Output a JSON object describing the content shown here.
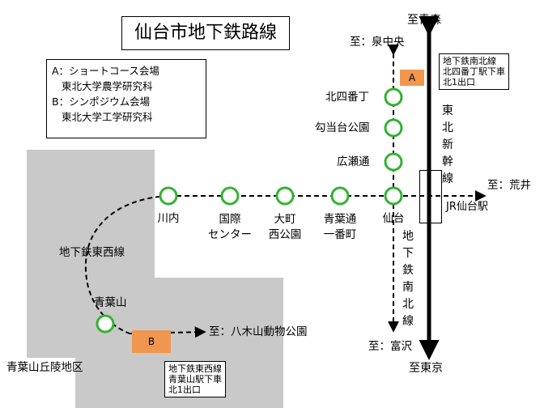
{
  "title": "仙台市地下鉄路線",
  "legend": {
    "a_line1": "A：ショートコース会場",
    "a_line2": "東北大学農学研究科",
    "b_line1": "B：シンポジウム会場",
    "b_line2": "東北大学工学研究科"
  },
  "directions": {
    "aomori": "至青森",
    "tokyo": "至東京",
    "izumi_chuo": "至：泉中央",
    "arai": "至：荒井",
    "tomizawa": "至：富沢",
    "yagiyama": "至：八木山動物公園"
  },
  "stations": {
    "kita_yonbancho": "北四番丁",
    "koutoudai_koen": "勾当台公園",
    "hirosedori": "広瀬通",
    "kawauchi": "川内",
    "kokusai_center": "国際\nセンター",
    "omachi_nishikoen": "大町\n西公園",
    "aobadori_ichibancho": "青葉通\n一番町",
    "sendai": "仙台",
    "aobayama": "青葉山"
  },
  "lines": {
    "tozai": "地下鉄東西線",
    "nanboku": "地下鉄南北線",
    "shinkansen": "東北新幹線",
    "jr_sendai": "JR仙台駅"
  },
  "areas": {
    "aobayama_kyuryo": "青葉山丘陵地区"
  },
  "markers": {
    "a": "A",
    "b": "B"
  },
  "exits": {
    "a_line1": "地下鉄南北線",
    "a_line2": "北四番丁駅下車",
    "a_line3": "北1出口",
    "b_line1": "地下鉄東西線",
    "b_line2": "青葉山駅下車",
    "b_line3": "北1出口"
  },
  "colors": {
    "station_ring": "#33b233",
    "marker": "#f0964f",
    "area_gray": "#c9c9c9"
  }
}
